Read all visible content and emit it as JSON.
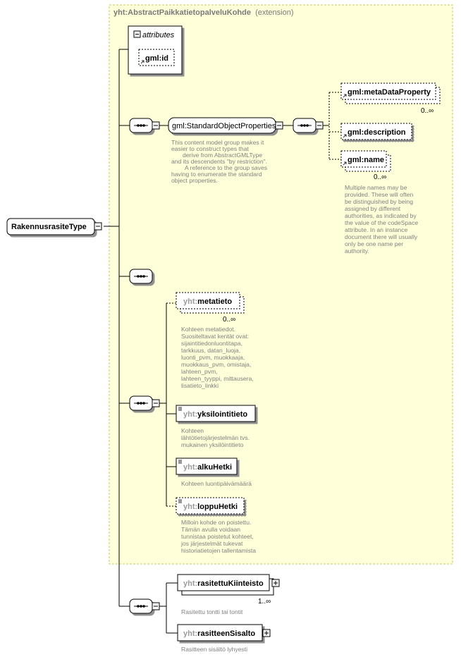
{
  "extension": {
    "name": "yht:AbstractPaikkatietopalveluKohde",
    "suffix": "(extension)"
  },
  "root": {
    "name": "RakennusrasiteType"
  },
  "attributes": {
    "header": "attributes",
    "items": [
      {
        "prefix": "gml",
        "name": "id"
      }
    ]
  },
  "standard_group": {
    "name": "gml:StandardObjectProperties",
    "doc": [
      "This content model group makes it",
      "easier to construct types that",
      "derive from AbstractGMLType",
      "and its descendents \"by restriction\".",
      "A reference to the group saves",
      "having to enumerate the standard",
      "object properties."
    ],
    "elements": [
      {
        "prefix": "gml",
        "name": "metaDataProperty",
        "card": "0..∞"
      },
      {
        "prefix": "gml",
        "name": "description",
        "card": ""
      },
      {
        "prefix": "gml",
        "name": "name",
        "card": "0..∞"
      }
    ],
    "name_doc": [
      "Multiple names may be",
      "provided.  These will often",
      "be distinguished by being",
      "assigned by different",
      "authorities, as indicated by",
      "the value of the codeSpace",
      "attribute.  In an instance",
      "document there will usually",
      "only be one name per",
      "authority."
    ]
  },
  "yht_elements": [
    {
      "prefix": "yht",
      "name": "metatieto",
      "card": "0..∞",
      "doc": [
        "Kohteen metatiedot.",
        "Suositeltavat kentät ovat:",
        "sijaintitiedonluontitapa,",
        "tarkkuus, datan_luoja,",
        "luonti_pvm, muokkaaja,",
        "muokkaus_pvm, omistaja,",
        "lahteen_pvm,",
        "lahteen_tyyppi, mittausera,",
        "lisatieto_linkki"
      ]
    },
    {
      "prefix": "yht",
      "name": "yksilointitieto",
      "card": "",
      "doc": [
        "Kohteen",
        "lähtötietojärjestelmän  tvs.",
        "mukainen yksilöintitieto"
      ]
    },
    {
      "prefix": "yht",
      "name": "alkuHetki",
      "card": "",
      "doc": [
        "Kohteen luontipäivämäärä"
      ]
    },
    {
      "prefix": "yht",
      "name": "loppuHetki",
      "card": "",
      "doc": [
        "Milloin kohde on poistettu.",
        "Tämän avulla voidaan",
        "tunnistaa poistetut kohteet,",
        "jos järjestelmät tukevat",
        "historiatietojen tallentamista"
      ]
    }
  ],
  "own_elements": [
    {
      "prefix": "yht",
      "name": "rasitettuKiinteisto",
      "card": "1..∞",
      "doc": [
        "Rasitettu tontti tai tontit"
      ]
    },
    {
      "prefix": "yht",
      "name": "rasitteenSisalto",
      "card": "",
      "doc": [
        "Rasitteen sisältö lyhyesti"
      ]
    }
  ],
  "colors": {
    "extension_bg": "#ffffd9",
    "extension_border": "#c8c864",
    "box_bg": "#ffffff",
    "shadow": "#909090"
  }
}
